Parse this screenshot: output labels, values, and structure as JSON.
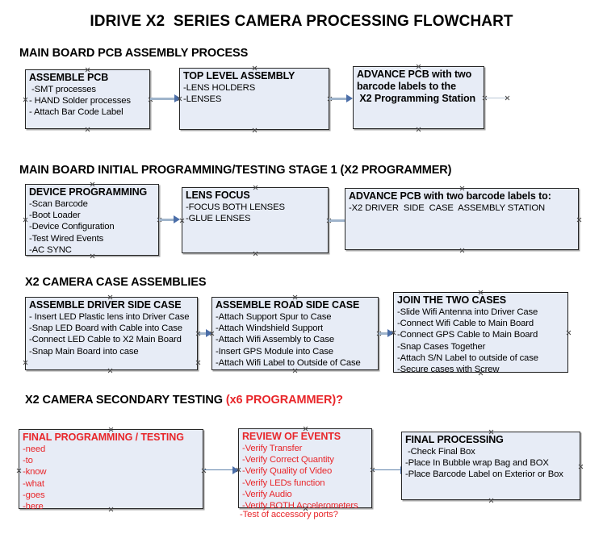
{
  "title": "IDRIVE X2  SERIES CAMERA PROCESSING FLOWCHART",
  "sections": [
    {
      "heading": "MAIN BOARD PCB ASSEMBLY PROCESS",
      "heading_suffix": "",
      "boxes": [
        {
          "title": "ASSEMBLE PCB",
          "lines": [
            " -SMT processes",
            "- HAND Solder processes",
            "- Attach Bar Code Label"
          ]
        },
        {
          "title": "TOP LEVEL ASSEMBLY",
          "lines": [
            "-LENS HOLDERS",
            "-LENSES"
          ]
        },
        {
          "title": "ADVANCE PCB with two",
          "lines": [
            "barcode labels to the",
            " X2 Programming Station"
          ]
        }
      ]
    },
    {
      "heading": "MAIN BOARD INITIAL PROGRAMMING/TESTING STAGE 1 (X2 PROGRAMMER)",
      "heading_suffix": "",
      "boxes": [
        {
          "title": "DEVICE PROGRAMMING",
          "lines": [
            "-Scan Barcode",
            "-Boot Loader",
            "-Device Configuration",
            "-Test Wired Events",
            "-AC SYNC"
          ]
        },
        {
          "title": "LENS FOCUS",
          "lines": [
            "-FOCUS BOTH LENSES",
            "-GLUE LENSES"
          ]
        },
        {
          "title": "ADVANCE PCB with two barcode labels to:",
          "lines": [
            "-X2 DRIVER  SIDE  CASE  ASSEMBLY STATION"
          ]
        }
      ]
    },
    {
      "heading": "X2 CAMERA CASE ASSEMBLIES",
      "heading_suffix": "",
      "boxes": [
        {
          "title": "ASSEMBLE DRIVER SIDE CASE",
          "lines": [
            "- Insert LED Plastic lens into Driver Case",
            "-Snap LED Board with Cable into Case",
            "-Connect LED Cable to X2 Main Board",
            "-Snap Main Board into case"
          ]
        },
        {
          "title": "ASSEMBLE ROAD SIDE CASE",
          "lines": [
            "-Attach Support Spur to Case",
            "-Attach Windshield Support",
            "-Attach Wifi Assembly to Case",
            "-Insert GPS Module into Case",
            "-Attach Wifi Label to Outside of Case"
          ]
        },
        {
          "title": "JOIN THE TWO CASES",
          "lines": [
            "-Slide Wifi Antenna into Driver Case",
            "-Connect Wifi Cable to Main Board",
            "-Connect GPS Cable to Main Board",
            "-Snap Cases Together",
            "-Attach S/N Label to outside of case",
            "-Secure cases with Screw"
          ]
        }
      ]
    },
    {
      "heading": "X2 CAMERA SECONDARY TESTING ",
      "heading_suffix": "(x6 PROGRAMMER)?",
      "boxes": [
        {
          "title": "FINAL PROGRAMMING / TESTING",
          "lines": [
            "-need",
            "-to",
            "-know",
            "-what",
            "-goes",
            "-here"
          ]
        },
        {
          "title": "REVIEW OF EVENTS",
          "lines": [
            "-Verify Transfer",
            "-Verify Correct Quantity",
            "-Verify Quality of Video",
            "-Verify LEDs function",
            "-Verify Audio",
            "-Verify BOTH Accelerometers"
          ],
          "overflow_line": "-Test of accessory ports?"
        },
        {
          "title": "FINAL PROCESSING",
          "lines": [
            " -Check Final Box",
            "-Place In Bubble wrap Bag and BOX",
            "-Place Barcode Label on Exterior or Box"
          ]
        }
      ]
    }
  ],
  "colors": {
    "box_fill": "#e7ecf6",
    "box_border": "#262626",
    "connector": "#9fb4cb",
    "arrowhead": "#4b6ea8",
    "red_text": "#e8262a",
    "black_text": "#000000"
  }
}
